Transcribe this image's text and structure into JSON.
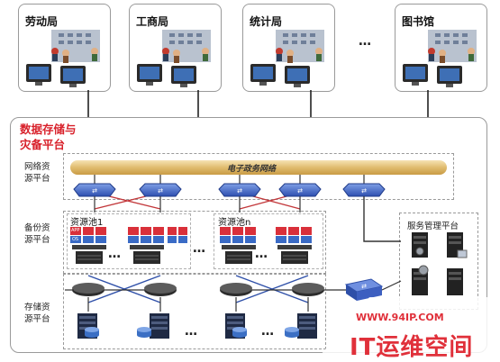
{
  "departments": [
    {
      "name": "劳动局"
    },
    {
      "name": "工商局"
    },
    {
      "name": "统计局"
    },
    {
      "name": "图书馆"
    }
  ],
  "ellipsis": "…",
  "platform_title": {
    "line1": "数据存储与",
    "line2": "灾备平台"
  },
  "layers": {
    "network": {
      "line1": "网络资",
      "line2": "源平台"
    },
    "backup": {
      "line1": "备份资",
      "line2": "源平台"
    },
    "storage": {
      "line1": "存储资",
      "line2": "源平台"
    }
  },
  "egov_bar": "电子政务网络",
  "pool1": "资源池1",
  "pooln": "资源池n",
  "service_platform": "服务管理平台",
  "server_tags": {
    "app": "APP",
    "os": "OS"
  },
  "watermark": {
    "url": "WWW.94IP.COM",
    "brand": "IT运维空间"
  },
  "colors": {
    "title_red": "#d8202a",
    "bar_gold": "#e8c782",
    "switch_blue": "#3a64c9",
    "cross_blue": "#2e4fa8"
  }
}
